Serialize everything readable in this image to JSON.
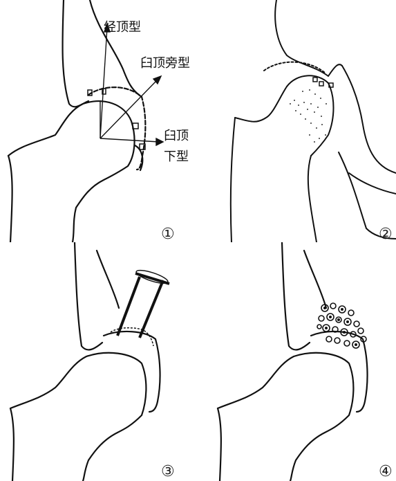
{
  "panels": [
    {
      "number": "①",
      "labels": {
        "transverse": "经顶型",
        "side": "臼顶旁型",
        "under_line1": "臼顶",
        "under_line2": "下型"
      }
    },
    {
      "number": "②"
    },
    {
      "number": "③"
    },
    {
      "number": "④"
    }
  ],
  "colors": {
    "line": "#111111",
    "stipple": "#333333",
    "background": "#ffffff"
  }
}
